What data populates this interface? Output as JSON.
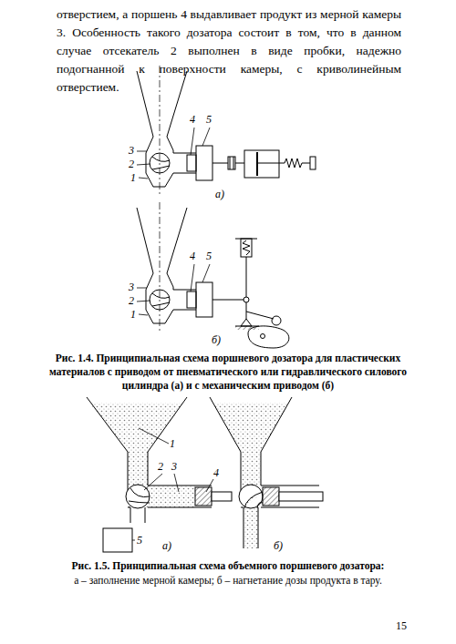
{
  "diagram": {
    "labels": [
      "отверстием, а поршень 4 выдавливает продукт из мерной камеры 3. Особенность такого дозатора состоит в том, что в данном случае отсекатель 2 выполнен в виде пробки, надежно подогнанной к поверхности камеры, с криволинейным отверстием.",
      "3",
      "4",
      "5",
      "2",
      "1",
      "а)",
      "3",
      "4",
      "5",
      "2",
      "1",
      "б)",
      "Рис. 1.4. Принципиальная схема поршневого дозатора для пластических материалов с приводом от пневматического или гидравлического силового цилиндра (а) и с механическим приводом (б)",
      "1",
      "2",
      "3",
      "4",
      "5",
      "а)",
      "б)",
      "Рис. 1.5. Принципиальная схема объемного поршневого дозатора:",
      "а – заполнение мерной камеры; б – нагнетание дозы продукта в тару.",
      "15"
    ]
  }
}
